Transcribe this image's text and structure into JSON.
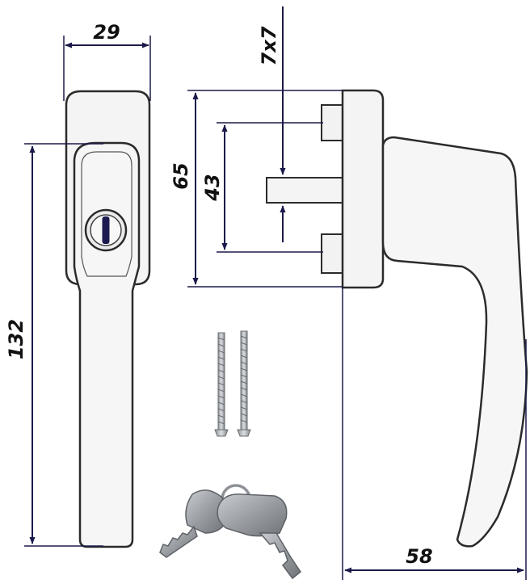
{
  "dimensions": {
    "front_width": "29",
    "front_height": "132",
    "base_height": "65",
    "screw_spacing": "43",
    "spindle": "7x7",
    "projection": "58"
  },
  "colors": {
    "dimension_line": "#1b1a4a",
    "outline": "#2b2b2b",
    "body_fill": "#f4f4f4",
    "metal": "#b9bcc0"
  },
  "parts": [
    "handle-front-view",
    "handle-side-view",
    "screws",
    "keys"
  ]
}
